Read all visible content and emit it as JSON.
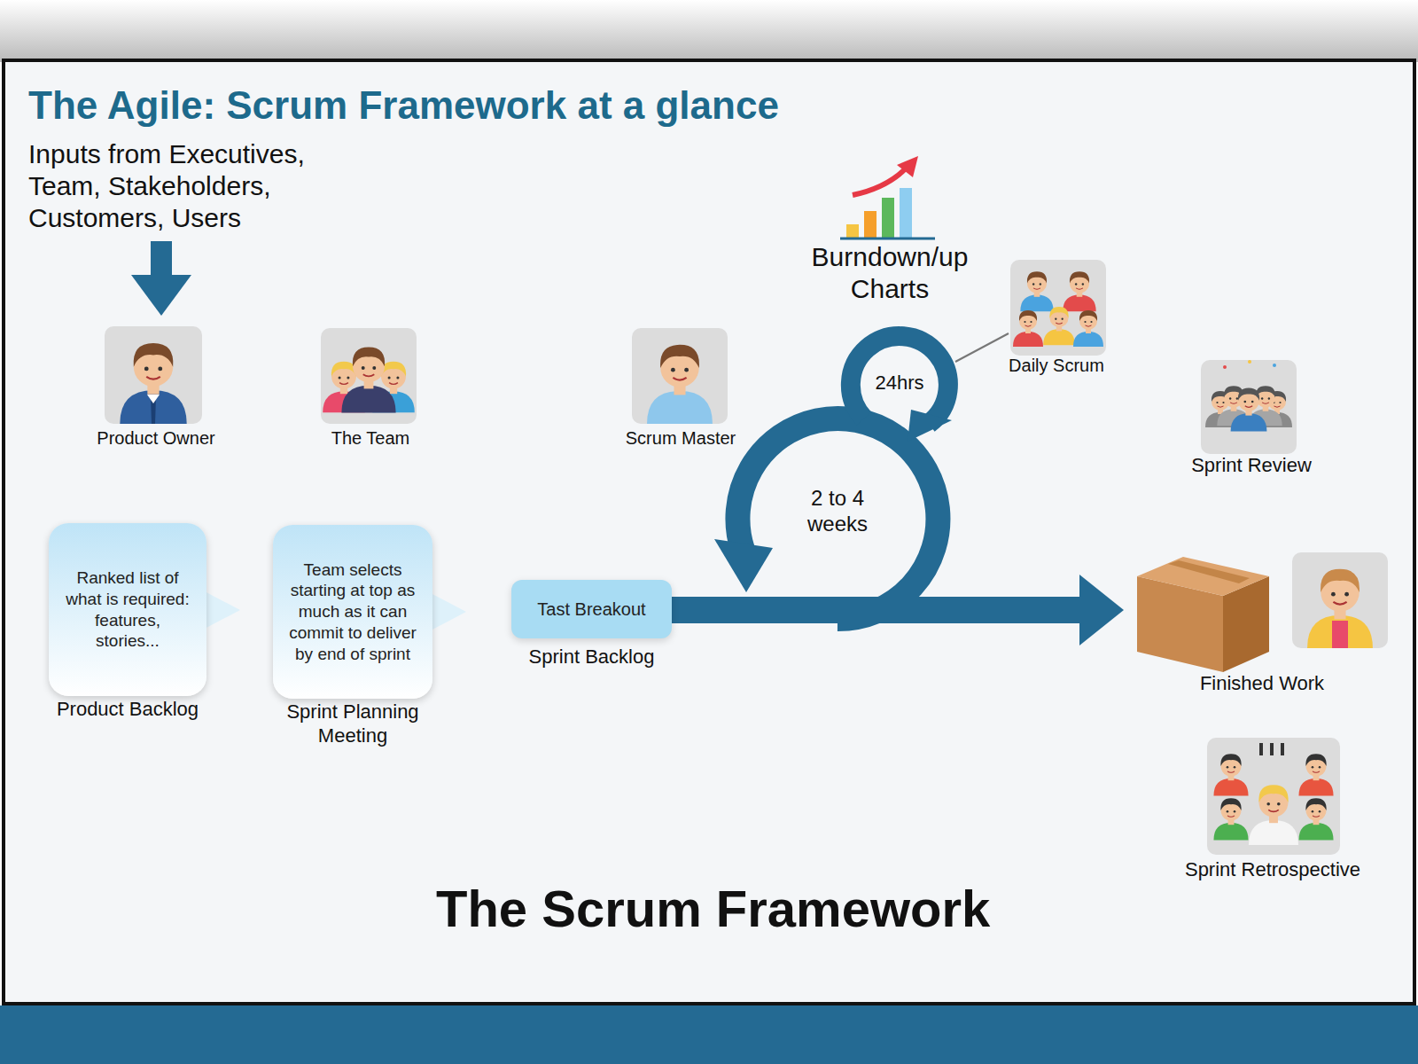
{
  "diagram": {
    "title": "The Agile: Scrum Framework at a glance",
    "caption": "The Scrum Framework",
    "nodes": [
      {
        "text": [
          "Ranked list of what is required: features, stories...",
          "Product Backlog"
        ]
      },
      {
        "text": [
          "Team selects starting at top as much as it can commit to deliver by end of sprint",
          "Sprint Planning Meeting"
        ]
      },
      {
        "text": [
          "Tast Breakout",
          "Sprint Backlog"
        ]
      }
    ],
    "labels": [
      "Inputs from Executives, Team, Stakeholders, Customers, Users",
      "Product Owner",
      "The Team",
      "Scrum Master",
      "Burndown/up Charts",
      "24hrs",
      "Daily Scrum",
      "Sprint Review",
      "2 to 4 weeks",
      "Finished Work",
      "Sprint Retrospective"
    ]
  }
}
